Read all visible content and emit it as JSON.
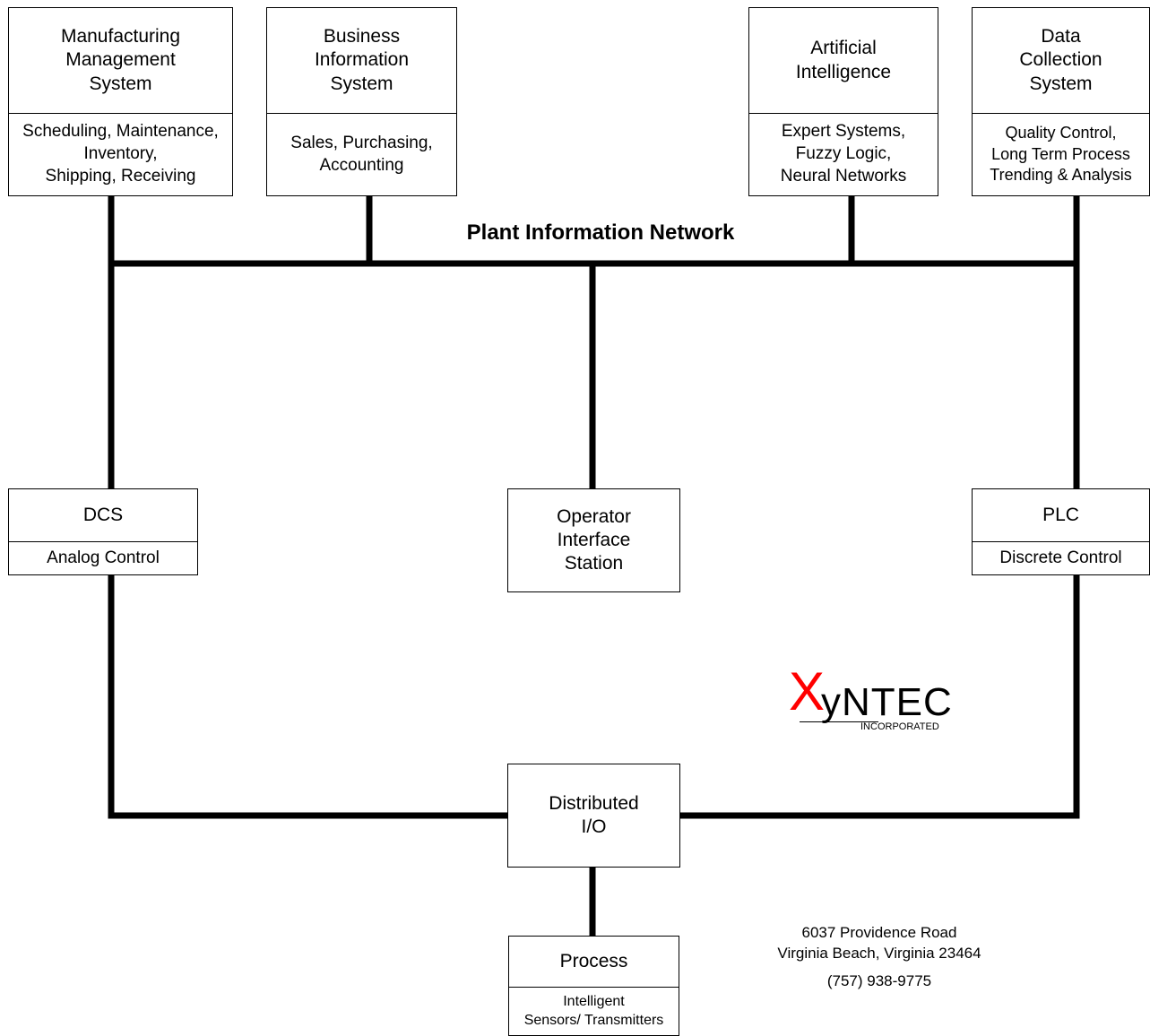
{
  "network_label": "Plant Information Network",
  "boxes": {
    "mms": {
      "title": "Manufacturing\nManagement\nSystem",
      "subtitle": "Scheduling, Maintenance,\nInventory,\nShipping, Receiving"
    },
    "bis": {
      "title": "Business\nInformation\nSystem",
      "subtitle": "Sales, Purchasing,\nAccounting"
    },
    "ai": {
      "title": "Artificial\nIntelligence",
      "subtitle": "Expert Systems,\nFuzzy Logic,\nNeural Networks"
    },
    "dcs_top": {
      "title": "Data\nCollection\nSystem",
      "subtitle": "Quality Control,\nLong Term Process\nTrending & Analysis"
    },
    "dcs": {
      "title": "DCS",
      "subtitle": "Analog Control"
    },
    "ois": {
      "title": "Operator\nInterface\nStation"
    },
    "plc": {
      "title": "PLC",
      "subtitle": "Discrete Control"
    },
    "dio": {
      "title": "Distributed\nI/O"
    },
    "process": {
      "title": "Process",
      "subtitle": "Intelligent\nSensors/ Transmitters"
    }
  },
  "company": {
    "logo_x": "X",
    "logo_name": "yNTEC",
    "logo_sub": "INCORPORATED",
    "address_line1": "6037 Providence Road",
    "address_line2": "Virginia Beach, Virginia 23464",
    "phone": "(757) 938-9775",
    "logo_color": "#ff0000"
  }
}
